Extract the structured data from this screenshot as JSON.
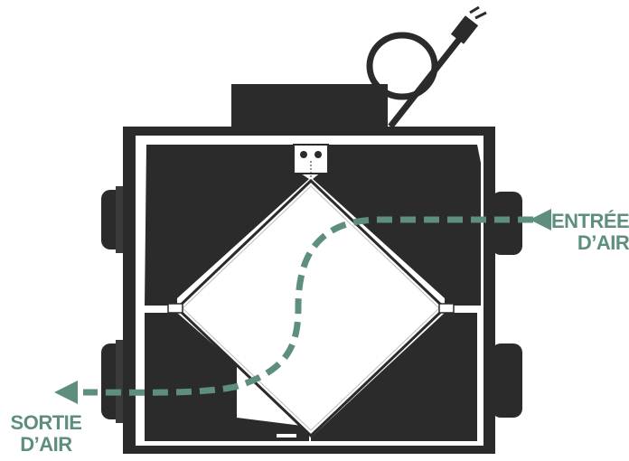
{
  "labels": {
    "inlet_line1": "ENTRÉE",
    "inlet_line2": "D’AIR",
    "outlet_line1": "SORTIE",
    "outlet_line2": "D’AIR"
  },
  "colors": {
    "airflow": "#5e8f7c",
    "unit_body": "#2b2b2b",
    "core": "#ffffff",
    "background": "#ffffff"
  },
  "icons": {
    "power_cord": "power-cord-icon",
    "inlet_arrow": "arrow-left-icon",
    "outlet_arrow": "arrow-left-icon"
  }
}
